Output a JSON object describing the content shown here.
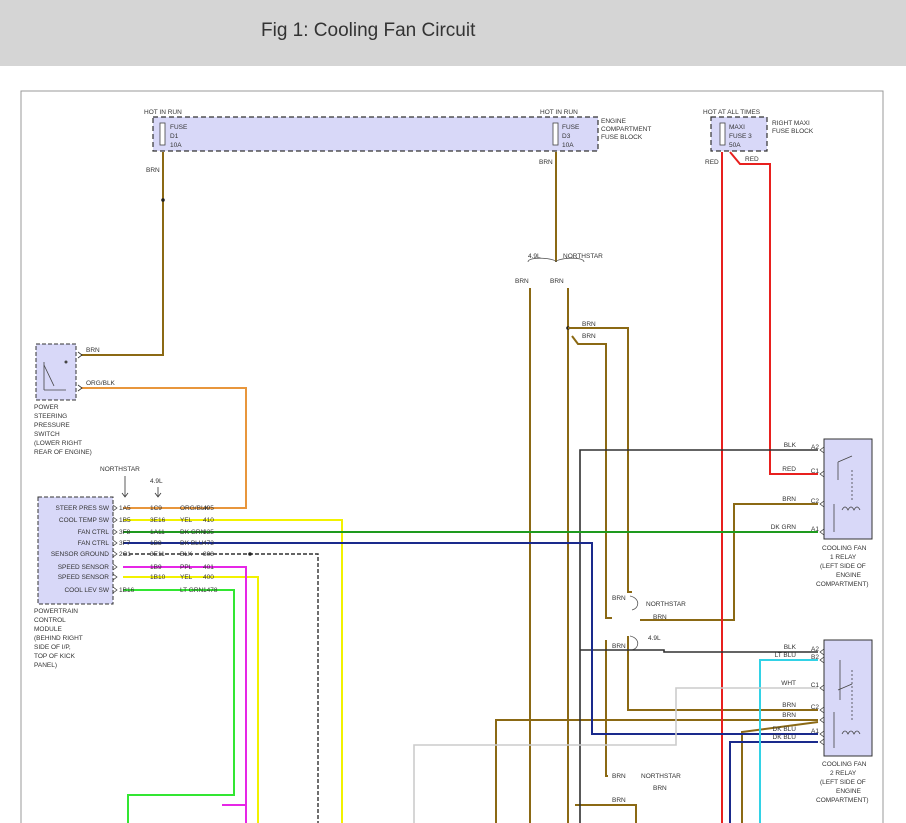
{
  "header": {
    "title": "Fig 1: Cooling Fan Circuit"
  },
  "colors": {
    "brown": "#8b6914",
    "red": "#e8201e",
    "orange": "#e8963c",
    "yellow": "#f2f200",
    "dark_green": "#1e9a1e",
    "dark_blue": "#1a2a8c",
    "black": "#303030",
    "purple": "#e626e6",
    "light_green": "#32e632",
    "light_blue": "#32d2e6",
    "white_wire": "#cccccc",
    "component_fill": "#d8d8f8"
  },
  "fuses": {
    "f1": {
      "heading": "HOT IN RUN",
      "l1": "FUSE",
      "l2": "D1",
      "l3": "10A"
    },
    "f2": {
      "heading": "HOT IN RUN",
      "l1": "FUSE",
      "l2": "D3",
      "l3": "10A"
    },
    "f3": {
      "heading": "HOT AT ALL TIMES",
      "l1": "MAXI",
      "l2": "FUSE 3",
      "l3": "50A"
    },
    "ecfb": [
      "ENGINE",
      "COMPARTMENT",
      "FUSE BLOCK"
    ],
    "rmfb": [
      "RIGHT MAXI",
      "FUSE BLOCK"
    ]
  },
  "psps": {
    "pin1": "BRN",
    "pin2": "ORG/BLK",
    "caption": [
      "POWER",
      "STEERING",
      "PRESSURE",
      "SWITCH",
      "(LOWER RIGHT",
      "REAR OF ENGINE)"
    ]
  },
  "pcm": {
    "col_a": "NORTHSTAR",
    "col_b": "4.9L",
    "rows": [
      {
        "label": "STEER PRES SW",
        "a": "1A5",
        "b": "1C9",
        "color": "ORG/BLK",
        "circuit": "495"
      },
      {
        "label": "COOL TEMP SW",
        "a": "1B5",
        "b": "3E16",
        "color": "YEL",
        "circuit": "410"
      },
      {
        "label": "FAN CTRL",
        "a": "3F8",
        "b": "1A11",
        "color": "DK GRN",
        "circuit": "335"
      },
      {
        "label": "FAN CTRL",
        "a": "3F7",
        "b": "1B8",
        "color": "DK BLU",
        "circuit": "473"
      },
      {
        "label": "SENSOR GROUND",
        "a": "2C1",
        "b": "3E11",
        "color": "BLK",
        "circuit": "808"
      },
      {
        "label": "SPEED SENSOR",
        "a": "",
        "b": "1B9",
        "color": "PPL",
        "circuit": "401"
      },
      {
        "label": "SPEED SENSOR",
        "a": "",
        "b": "1B10",
        "color": "YEL",
        "circuit": "400"
      },
      {
        "label": "COOL LEV SW",
        "a": "1B16",
        "b": "",
        "color": "LT GRN",
        "circuit": "1478"
      }
    ],
    "caption": [
      "POWERTRAIN",
      "CONTROL",
      "MODULE",
      "(BEHIND RIGHT",
      "SIDE OF I/P,",
      "TOP OF KICK",
      "PANEL)"
    ]
  },
  "relay1": {
    "pins": [
      {
        "pin": "A2",
        "wire": "BLK"
      },
      {
        "pin": "C1",
        "wire": "RED"
      },
      {
        "pin": "C2",
        "wire": "BRN"
      },
      {
        "pin": "A1",
        "wire": "DK GRN"
      }
    ],
    "caption": [
      "COOLING FAN",
      "1 RELAY",
      "(LEFT SIDE OF",
      "ENGINE",
      "COMPARTMENT)"
    ]
  },
  "relay2": {
    "pins": [
      {
        "pin": "A2",
        "wire": "BLK"
      },
      {
        "pin": "B2",
        "wire": "LT BLU"
      },
      {
        "pin": "C1",
        "wire": "WHT"
      },
      {
        "pin": "C2",
        "wire": "BRN"
      },
      {
        "pin": "",
        "wire": "BRN"
      },
      {
        "pin": "A1",
        "wire": "DK BLU"
      },
      {
        "pin": "",
        "wire": "DK BLU"
      }
    ],
    "caption": [
      "COOLING FAN",
      "2 RELAY",
      "(LEFT SIDE OF",
      "ENGINE",
      "COMPARTMENT)"
    ]
  },
  "labels": {
    "brn": "BRN",
    "red": "RED",
    "northstar": "NORTHSTAR",
    "l49": "4.9L"
  }
}
